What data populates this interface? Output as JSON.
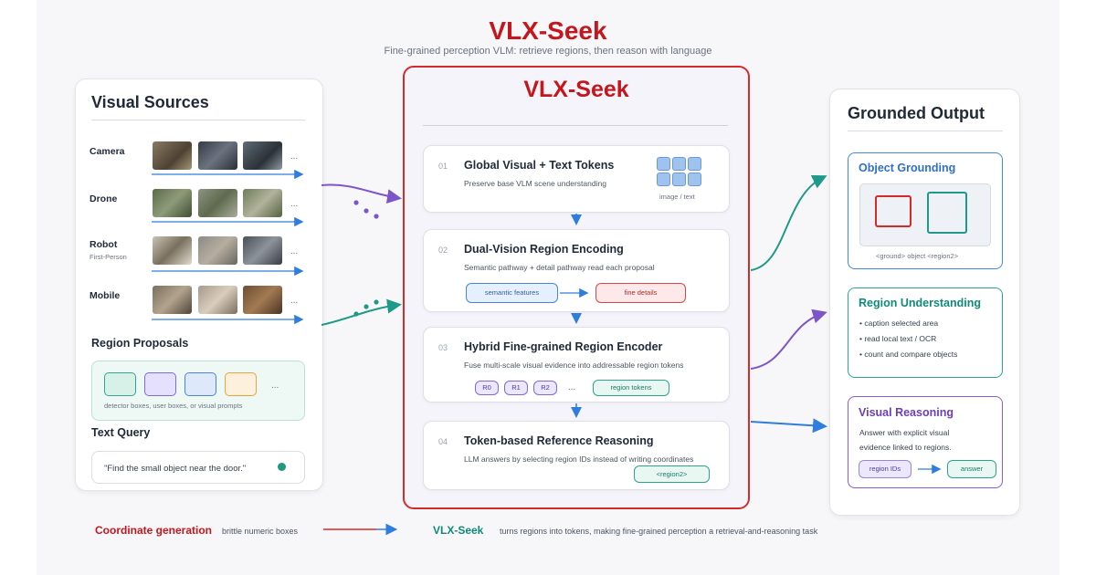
{
  "header": {
    "title": "VLX-Seek",
    "subtitle": "Fine-grained perception VLM: retrieve regions, then reason with language"
  },
  "visual_sources": {
    "title": "Visual Sources",
    "sources": [
      {
        "label": "Camera",
        "sub": "",
        "ellipsis": "..."
      },
      {
        "label": "Drone",
        "sub": "",
        "ellipsis": "..."
      },
      {
        "label": "Robot",
        "sub": "First-Person",
        "ellipsis": "..."
      },
      {
        "label": "Mobile",
        "sub": "",
        "ellipsis": "..."
      }
    ],
    "region_proposals": {
      "title": "Region Proposals",
      "ellipsis": "...",
      "caption": "detector boxes, user boxes, or visual prompts"
    },
    "text_query": {
      "title": "Text Query",
      "value": "\"Find the small object near the door.\""
    }
  },
  "model": {
    "title": "VLX-Seek",
    "steps": [
      {
        "num": "01",
        "title": "Global Visual + Text Tokens",
        "desc": "Preserve base VLM scene understanding",
        "side_label": "image / text"
      },
      {
        "num": "02",
        "title": "Dual-Vision Region Encoding",
        "desc": "Semantic pathway + detail pathway read each proposal",
        "tag_left": "semantic features",
        "tag_right": "fine details"
      },
      {
        "num": "03",
        "title": "Hybrid Fine-grained Region Encoder",
        "desc": "Fuse multi-scale visual evidence into addressable region tokens",
        "tokens": [
          "R0",
          "R1",
          "R2"
        ],
        "ellipsis": "...",
        "tag": "region tokens"
      },
      {
        "num": "04",
        "title": "Token-based Reference Reasoning",
        "desc": "LLM answers by selecting region IDs instead of writing coordinates",
        "tag": "<region2>"
      }
    ]
  },
  "output": {
    "title": "Grounded Output",
    "object_grounding": {
      "title": "Object Grounding",
      "caption": "<ground> object <region2>"
    },
    "region_understanding": {
      "title": "Region Understanding",
      "items": [
        "• caption selected area",
        "• read local text / OCR",
        "• count and compare objects"
      ]
    },
    "visual_reasoning": {
      "title": "Visual Reasoning",
      "text_line1": "Answer with explicit visual",
      "text_line2": "evidence linked to regions.",
      "tag_left": "region IDs",
      "tag_right": "answer"
    }
  },
  "footer": {
    "left_bold": "Coordinate generation",
    "left_text": "brittle numeric boxes",
    "right_bold": "VLX-Seek",
    "right_text": "turns regions into tokens, making fine-grained perception a retrieval-and-reasoning task"
  },
  "colors": {
    "brand_red": "#c4161c",
    "teal": "#0f8a78",
    "blue": "#2f6fcc",
    "purple": "#7b55c9",
    "arrow_blue": "#2f7ddc"
  },
  "icons": [
    "arrow-right-icon",
    "arrow-down-icon",
    "status-dot-icon",
    "image-thumbnail-icon"
  ]
}
